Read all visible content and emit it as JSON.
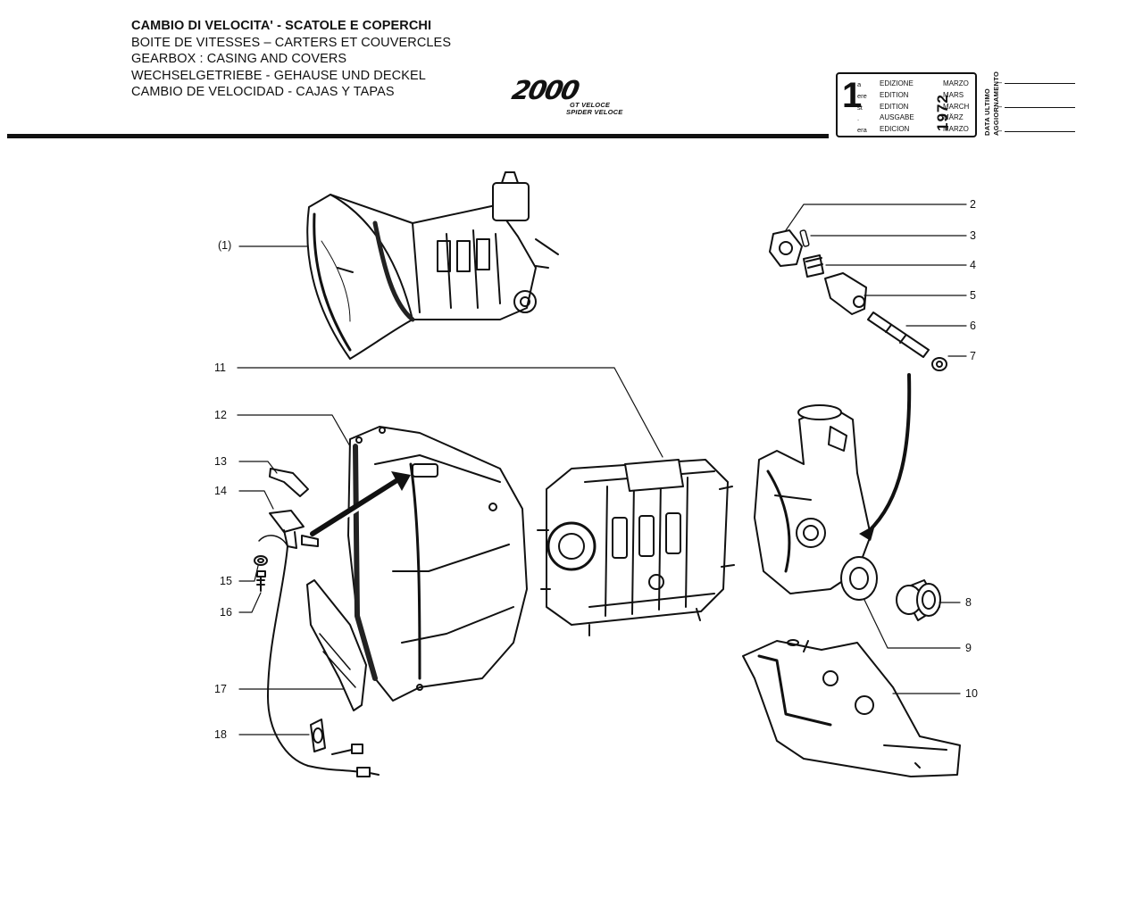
{
  "header": {
    "titles": [
      "CAMBIO DI VELOCITA' - SCATOLE E COPERCHI",
      "BOITE DE VITESSES – CARTERS ET COUVERCLES",
      "GEARBOX : CASING AND COVERS",
      "WECHSELGETRIEBE - GEHAUSE UND DECKEL",
      "CAMBIO DE VELOCIDAD - CAJAS Y TAPAS"
    ]
  },
  "model_logo": {
    "mark": "2000",
    "line1": "GT VELOCE",
    "line2": "SPIDER VELOCE"
  },
  "edition_box": {
    "number": "1",
    "suffixes": [
      "a",
      "ere",
      "st",
      ".",
      "era"
    ],
    "labels": [
      "EDIZIONE",
      "EDITION",
      "EDITION",
      "AUSGABE",
      "EDICION"
    ],
    "year": "1972",
    "months": [
      "MARZO",
      "MARS",
      "MARCH",
      "MÄRZ",
      "MARZO"
    ]
  },
  "update_label": {
    "line1": "DATA ULTIMO",
    "line2": "AGGIORNAMENTO"
  },
  "callouts": [
    "(1)",
    "2",
    "3",
    "4",
    "5",
    "6",
    "7",
    "8",
    "9",
    "10",
    "11",
    "12",
    "13",
    "14",
    "15",
    "16",
    "17",
    "18"
  ]
}
